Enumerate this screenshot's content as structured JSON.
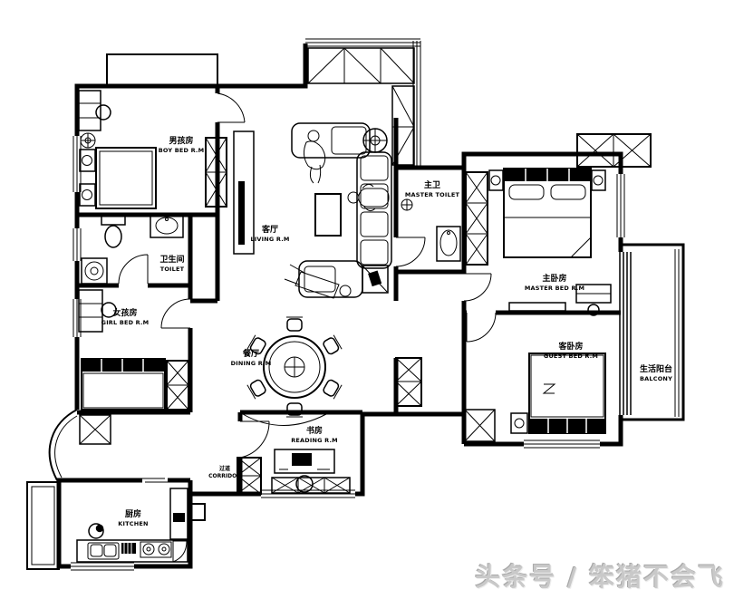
{
  "watermark": {
    "text": "头条号 / 笨猪不会飞"
  },
  "colors": {
    "wall": "#000000",
    "background": "#ffffff",
    "watermark_gray": "#c9c9c9"
  },
  "plan": {
    "type": "apartment-floor-plan",
    "rooms": [
      {
        "id": "boy-bedroom",
        "label_cn": "男孩房",
        "label_en": "BOY BED R.M"
      },
      {
        "id": "toilet",
        "label_cn": "卫生间",
        "label_en": "TOILET"
      },
      {
        "id": "girl-bedroom",
        "label_cn": "女孩房",
        "label_en": "GIRL BED R.M"
      },
      {
        "id": "living-room",
        "label_cn": "客厅",
        "label_en": "LIVING R.M"
      },
      {
        "id": "dining-room",
        "label_cn": "餐厅",
        "label_en": "DINING R.M"
      },
      {
        "id": "master-toilet",
        "label_cn": "主卫",
        "label_en": "MASTER TOILET"
      },
      {
        "id": "master-bedroom",
        "label_cn": "主卧房",
        "label_en": "MASTER BED R.M"
      },
      {
        "id": "guest-bedroom",
        "label_cn": "客卧房",
        "label_en": "GUEST BED R.M"
      },
      {
        "id": "balcony",
        "label_cn": "生活阳台",
        "label_en": "BALCONY"
      },
      {
        "id": "reading-room",
        "label_cn": "书房",
        "label_en": "READING R.M"
      },
      {
        "id": "corridor",
        "label_cn": "过道",
        "label_en": "CORRIDOR"
      },
      {
        "id": "kitchen",
        "label_cn": "厨房",
        "label_en": "KITCHEN"
      }
    ]
  }
}
